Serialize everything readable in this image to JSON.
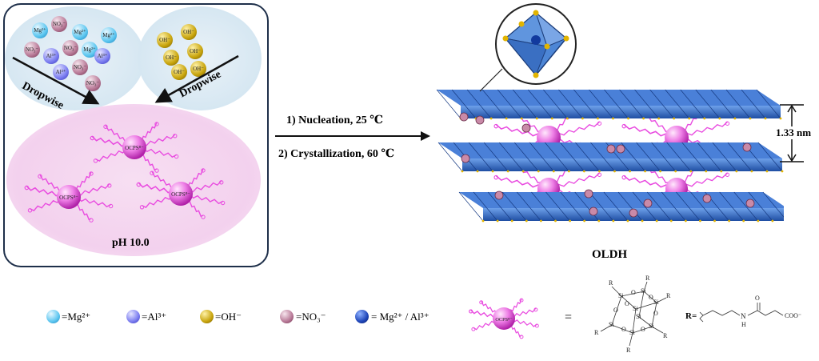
{
  "left_panel": {
    "ions_left": [
      {
        "label": "Mg²⁺",
        "kind": "mg"
      },
      {
        "label": "NO₃⁻",
        "kind": "no3"
      },
      {
        "label": "Mg²⁺",
        "kind": "mg"
      },
      {
        "label": "NO₃⁻",
        "kind": "no3"
      },
      {
        "label": "Al³⁺",
        "kind": "al"
      },
      {
        "label": "NO₃⁻",
        "kind": "no3"
      },
      {
        "label": "Mg²⁺",
        "kind": "mg"
      },
      {
        "label": "Al³⁺",
        "kind": "al"
      },
      {
        "label": "NO₃⁻",
        "kind": "no3"
      },
      {
        "label": "Al³⁺",
        "kind": "al"
      },
      {
        "label": "NO₃⁻",
        "kind": "no3"
      },
      {
        "label": "Mg²⁺",
        "kind": "mg"
      }
    ],
    "ions_right": [
      "OH⁻",
      "OH⁻",
      "OH⁻",
      "OH⁻",
      "OH⁻",
      "OH⁻"
    ],
    "dropwise_left": "Dropwise",
    "dropwise_right": "Dropwise",
    "ocps_label": "OCPS⁸⁻",
    "ph_label": "pH  10.0"
  },
  "process": {
    "step1": "1) Nucleation, 25 ℃",
    "step2": "2) Crystallization, 60 ℃"
  },
  "structure": {
    "spacing": "1.33 nm",
    "name": "OLDH"
  },
  "legend": {
    "mg": "=Mg²⁺",
    "al": "=Al³⁺",
    "oh": "=OH⁻",
    "no3": "=NO₃⁻",
    "mixed": "= Mg²⁺ / Al³⁺",
    "equals": "=",
    "r_label": "R=",
    "si_atom": "Si",
    "o_atom": "O",
    "r_atom": "R",
    "nh": "N",
    "h": "H",
    "coo": "COO⁻"
  }
}
